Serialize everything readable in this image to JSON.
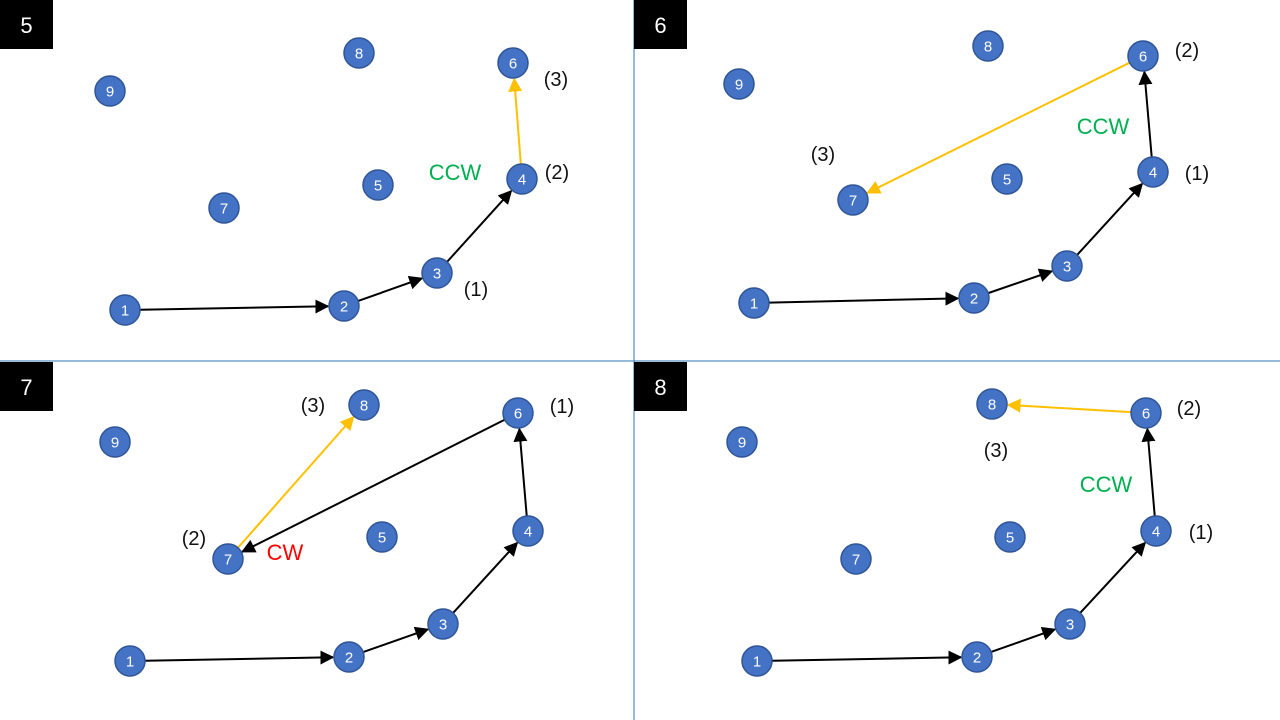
{
  "colors": {
    "node_fill": "#4472C4",
    "node_stroke": "#2F5597",
    "node_text": "#ffffff",
    "edge_black": "#000000",
    "edge_yellow": "#FFC000",
    "ccw": "#00B050",
    "cw": "#FF0000",
    "divider": "#2E75B6",
    "badge_bg": "#000000",
    "badge_text": "#ffffff"
  },
  "panels": [
    {
      "number": "5",
      "direction": {
        "text": "CCW",
        "color_key": "ccw"
      },
      "steps": [
        "(1)",
        "(2)",
        "(3)"
      ],
      "nodes": [
        "1",
        "2",
        "3",
        "4",
        "5",
        "6",
        "7",
        "8",
        "9"
      ],
      "edges": [
        {
          "from": "1",
          "to": "2",
          "color_key": "edge_black"
        },
        {
          "from": "2",
          "to": "3",
          "color_key": "edge_black"
        },
        {
          "from": "3",
          "to": "4",
          "color_key": "edge_black"
        },
        {
          "from": "4",
          "to": "6",
          "color_key": "edge_yellow"
        }
      ]
    },
    {
      "number": "6",
      "direction": {
        "text": "CCW",
        "color_key": "ccw"
      },
      "steps": [
        "(1)",
        "(2)",
        "(3)"
      ],
      "nodes": [
        "1",
        "2",
        "3",
        "4",
        "5",
        "6",
        "7",
        "8",
        "9"
      ],
      "edges": [
        {
          "from": "1",
          "to": "2",
          "color_key": "edge_black"
        },
        {
          "from": "2",
          "to": "3",
          "color_key": "edge_black"
        },
        {
          "from": "3",
          "to": "4",
          "color_key": "edge_black"
        },
        {
          "from": "4",
          "to": "6",
          "color_key": "edge_black"
        },
        {
          "from": "6",
          "to": "7",
          "color_key": "edge_yellow"
        }
      ]
    },
    {
      "number": "7",
      "direction": {
        "text": "CW",
        "color_key": "cw"
      },
      "steps": [
        "(1)",
        "(2)",
        "(3)"
      ],
      "nodes": [
        "1",
        "2",
        "3",
        "4",
        "5",
        "6",
        "7",
        "8",
        "9"
      ],
      "edges": [
        {
          "from": "1",
          "to": "2",
          "color_key": "edge_black"
        },
        {
          "from": "2",
          "to": "3",
          "color_key": "edge_black"
        },
        {
          "from": "3",
          "to": "4",
          "color_key": "edge_black"
        },
        {
          "from": "4",
          "to": "6",
          "color_key": "edge_black"
        },
        {
          "from": "6",
          "to": "7",
          "color_key": "edge_black"
        },
        {
          "from": "7",
          "to": "8",
          "color_key": "edge_yellow"
        }
      ]
    },
    {
      "number": "8",
      "direction": {
        "text": "CCW",
        "color_key": "ccw"
      },
      "steps": [
        "(1)",
        "(2)",
        "(3)"
      ],
      "nodes": [
        "1",
        "2",
        "3",
        "4",
        "5",
        "6",
        "7",
        "8",
        "9"
      ],
      "edges": [
        {
          "from": "1",
          "to": "2",
          "color_key": "edge_black"
        },
        {
          "from": "2",
          "to": "3",
          "color_key": "edge_black"
        },
        {
          "from": "3",
          "to": "4",
          "color_key": "edge_black"
        },
        {
          "from": "4",
          "to": "6",
          "color_key": "edge_black"
        },
        {
          "from": "6",
          "to": "8",
          "color_key": "edge_yellow"
        }
      ]
    }
  ]
}
